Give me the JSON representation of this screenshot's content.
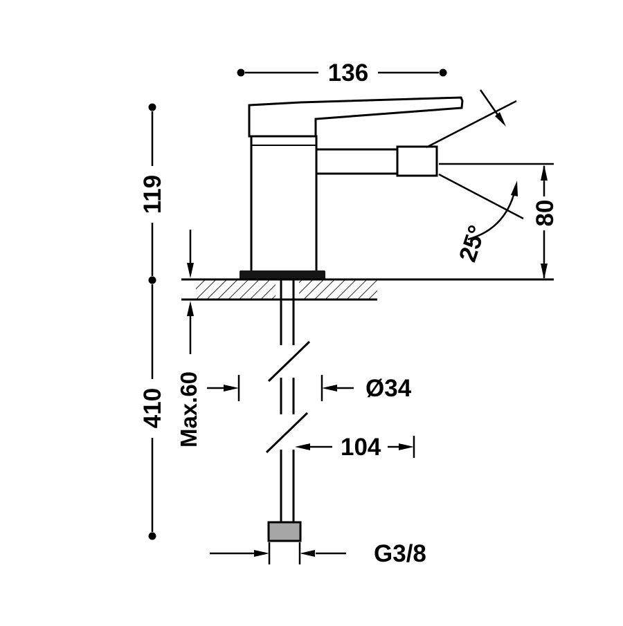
{
  "drawing": {
    "subject": "single-lever bidet mixer tap technical dimension drawing, side view with deck and supply shank",
    "colors": {
      "background": "#ffffff",
      "line": "#000000",
      "base_plate": "#161616",
      "fitting": "#a6a6a6"
    },
    "labels": {
      "width_top": "136",
      "height_upper": "119",
      "height_total": "410",
      "spout_height": "80",
      "spout_angle": "25°",
      "max_thickness": "Max.60",
      "diameter": "Ø34",
      "projection": "104",
      "thread": "G3/8"
    }
  }
}
